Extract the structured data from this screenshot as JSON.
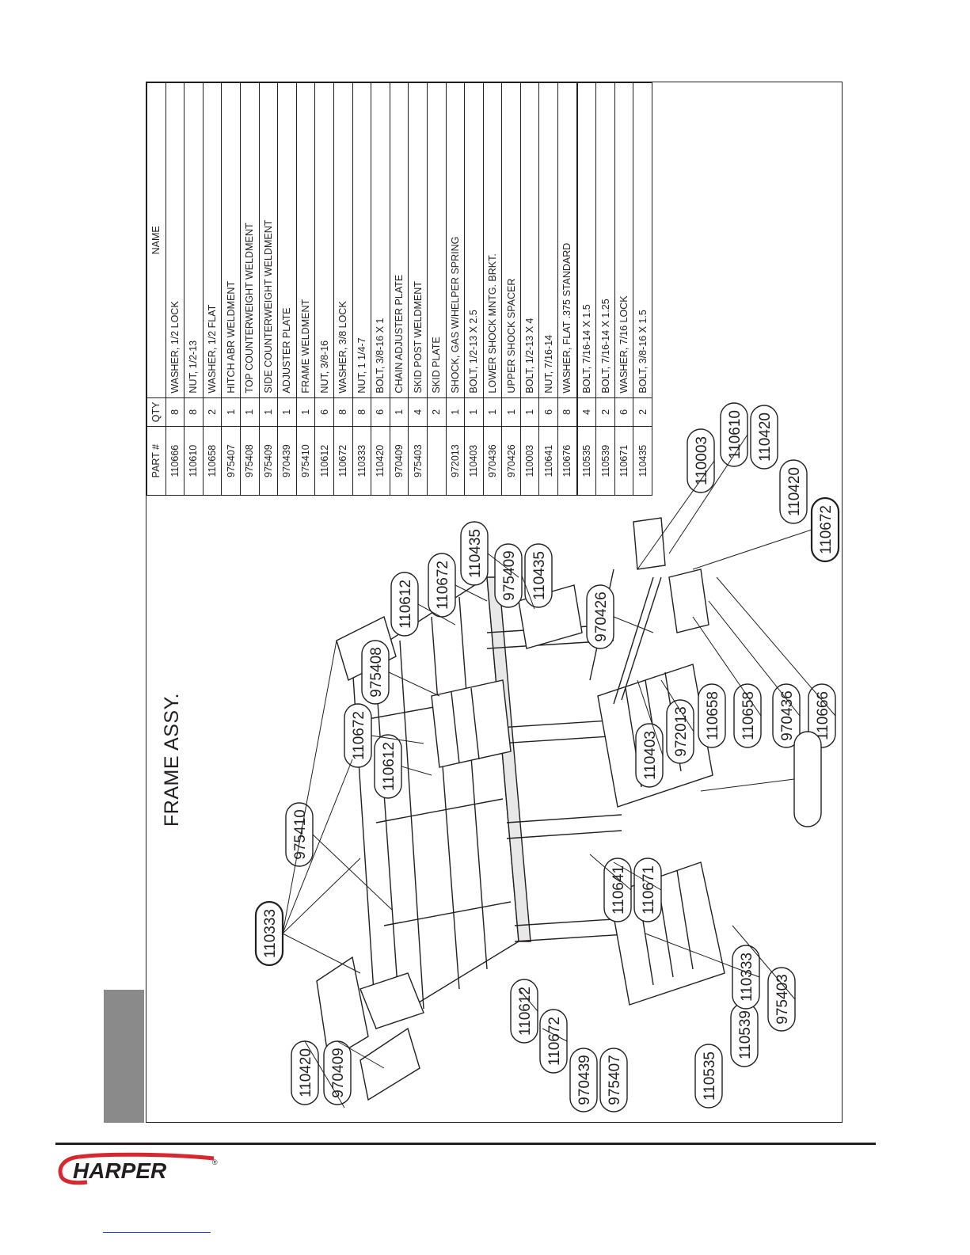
{
  "title": "FRAME ASSY.",
  "table": {
    "headers": {
      "part": "PART #",
      "qty": "QTY",
      "name": "NAME"
    },
    "rows": [
      {
        "part": "110666",
        "qty": "8",
        "name": "WASHER, 1/2 LOCK"
      },
      {
        "part": "110610",
        "qty": "8",
        "name": "NUT, 1/2-13"
      },
      {
        "part": "110658",
        "qty": "2",
        "name": "WASHER, 1/2 FLAT"
      },
      {
        "part": "975407",
        "qty": "1",
        "name": "HITCH ABR WELDMENT"
      },
      {
        "part": "975408",
        "qty": "1",
        "name": "TOP COUNTERWEIGHT WELDMENT"
      },
      {
        "part": "975409",
        "qty": "1",
        "name": "SIDE COUNTERWEIGHT WELDMENT"
      },
      {
        "part": "970439",
        "qty": "1",
        "name": "ADJUSTER PLATE"
      },
      {
        "part": "975410",
        "qty": "1",
        "name": "FRAME WELDMENT"
      },
      {
        "part": "110612",
        "qty": "6",
        "name": "NUT, 3/8-16"
      },
      {
        "part": "110672",
        "qty": "8",
        "name": "WASHER, 3/8 LOCK"
      },
      {
        "part": "110333",
        "qty": "8",
        "name": "NUT, 1 1/4-7"
      },
      {
        "part": "110420",
        "qty": "6",
        "name": "BOLT, 3/8-16 X 1"
      },
      {
        "part": "970409",
        "qty": "1",
        "name": "CHAIN ADJUSTER PLATE"
      },
      {
        "part": "975403",
        "qty": "4",
        "name": "SKID POST WELDMENT"
      },
      {
        "part": "",
        "qty": "2",
        "name": "SKID PLATE"
      },
      {
        "part": "972013",
        "qty": "1",
        "name": "SHOCK, GAS W/HELPER SPRING"
      },
      {
        "part": "110403",
        "qty": "1",
        "name": "BOLT, 1/2-13 X 2.5"
      },
      {
        "part": "970436",
        "qty": "1",
        "name": "LOWER SHOCK MNTG. BRKT."
      },
      {
        "part": "970426",
        "qty": "1",
        "name": "UPPER SHOCK SPACER"
      },
      {
        "part": "110003",
        "qty": "1",
        "name": "BOLT, 1/2-13 X 4"
      },
      {
        "part": "110641",
        "qty": "6",
        "name": "NUT, 7/16-14"
      },
      {
        "part": "110676",
        "qty": "8",
        "name": "WASHER, FLAT .375 STANDARD"
      },
      {
        "part": "110535",
        "qty": "4",
        "name": "BOLT, 7/16-14 X 1.5"
      },
      {
        "part": "110539",
        "qty": "2",
        "name": "BOLT, 7/16-14 X 1.25"
      },
      {
        "part": "110671",
        "qty": "6",
        "name": "WASHER, 7/16 LOCK"
      },
      {
        "part": "110435",
        "qty": "2",
        "name": "BOLT, 3/8-16 X 1.5"
      }
    ]
  },
  "callouts": {
    "c1": "110420",
    "c2": "970409",
    "c3": "110333",
    "c4": "975410",
    "c5": "110672",
    "c6": "110612",
    "c7": "975408",
    "c8": "110612",
    "c9": "110672",
    "c10": "110435",
    "c11": "975409",
    "c12": "110435",
    "c13": "970426",
    "c14": "110003",
    "c15": "110610",
    "c16": "110420",
    "c17": "110420",
    "c18": "110672",
    "c19": "110612",
    "c20": "110672",
    "c21": "970439",
    "c22": "975407",
    "c23": "110535",
    "c24": "110539",
    "c25": "110641",
    "c26": "110671",
    "c27": "110333",
    "c28": "975403",
    "c29": "110403",
    "c30": "972013",
    "c31": "110658",
    "c32": "110658",
    "c33": "970436",
    "c34": "110666"
  },
  "brand": {
    "logo_text": "HARPER",
    "registered": "®"
  },
  "colors": {
    "ink": "#231f20",
    "tab_gray": "#8a8a8a",
    "logo_red": "#d7282f"
  }
}
